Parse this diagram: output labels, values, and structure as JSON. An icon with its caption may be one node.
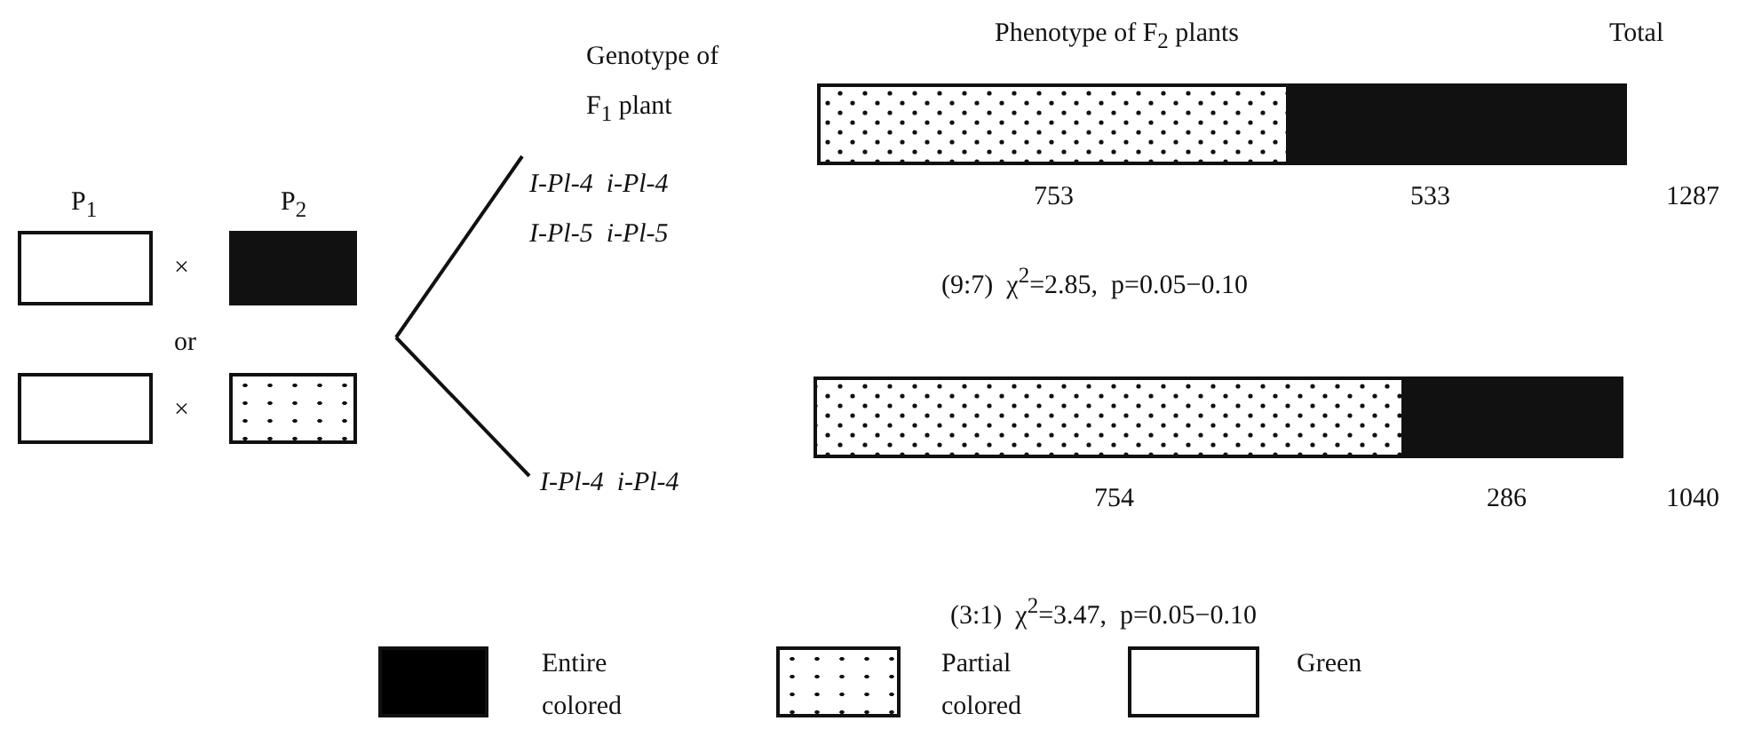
{
  "diagram": {
    "nodes": [
      {
        "text": [],
        "shape": "box"
      },
      {
        "text": [],
        "shape": "box"
      },
      {
        "text": [],
        "shape": "box"
      },
      {
        "text": [],
        "shape": "box"
      },
      {
        "text": [
          "I-Pl-4  i-Pl-4",
          "I-Pl-5  i-Pl-5"
        ]
      },
      {
        "text": [
          "I-Pl-4  i-Pl-4"
        ]
      }
    ],
    "edges": [
      {
        "from": null,
        "to": 4,
        "arrow": "none"
      },
      {
        "from": null,
        "to": 5,
        "arrow": "none"
      }
    ],
    "labels": [
      "P$_{1}$",
      "P$_{2}$",
      "×",
      "or",
      "×",
      "Genotype of F$_{1}$ plant",
      "Phenotype of F$_{2}$ plants",
      "Total",
      "753",
      "533",
      "1287",
      "(9:7)  χ$^{2}$=2.85,  p=0.05−0.10",
      "754",
      "286",
      "1040",
      "(3:1)  χ$^{2}$=3.47,  p=0.05−0.10"
    ],
    "legend": [
      {
        "text": "Entire colored",
        "color": "#000000"
      },
      {
        "text": "Partial colored"
      },
      {
        "text": "Green",
        "color": "#ffffff"
      }
    ]
  }
}
